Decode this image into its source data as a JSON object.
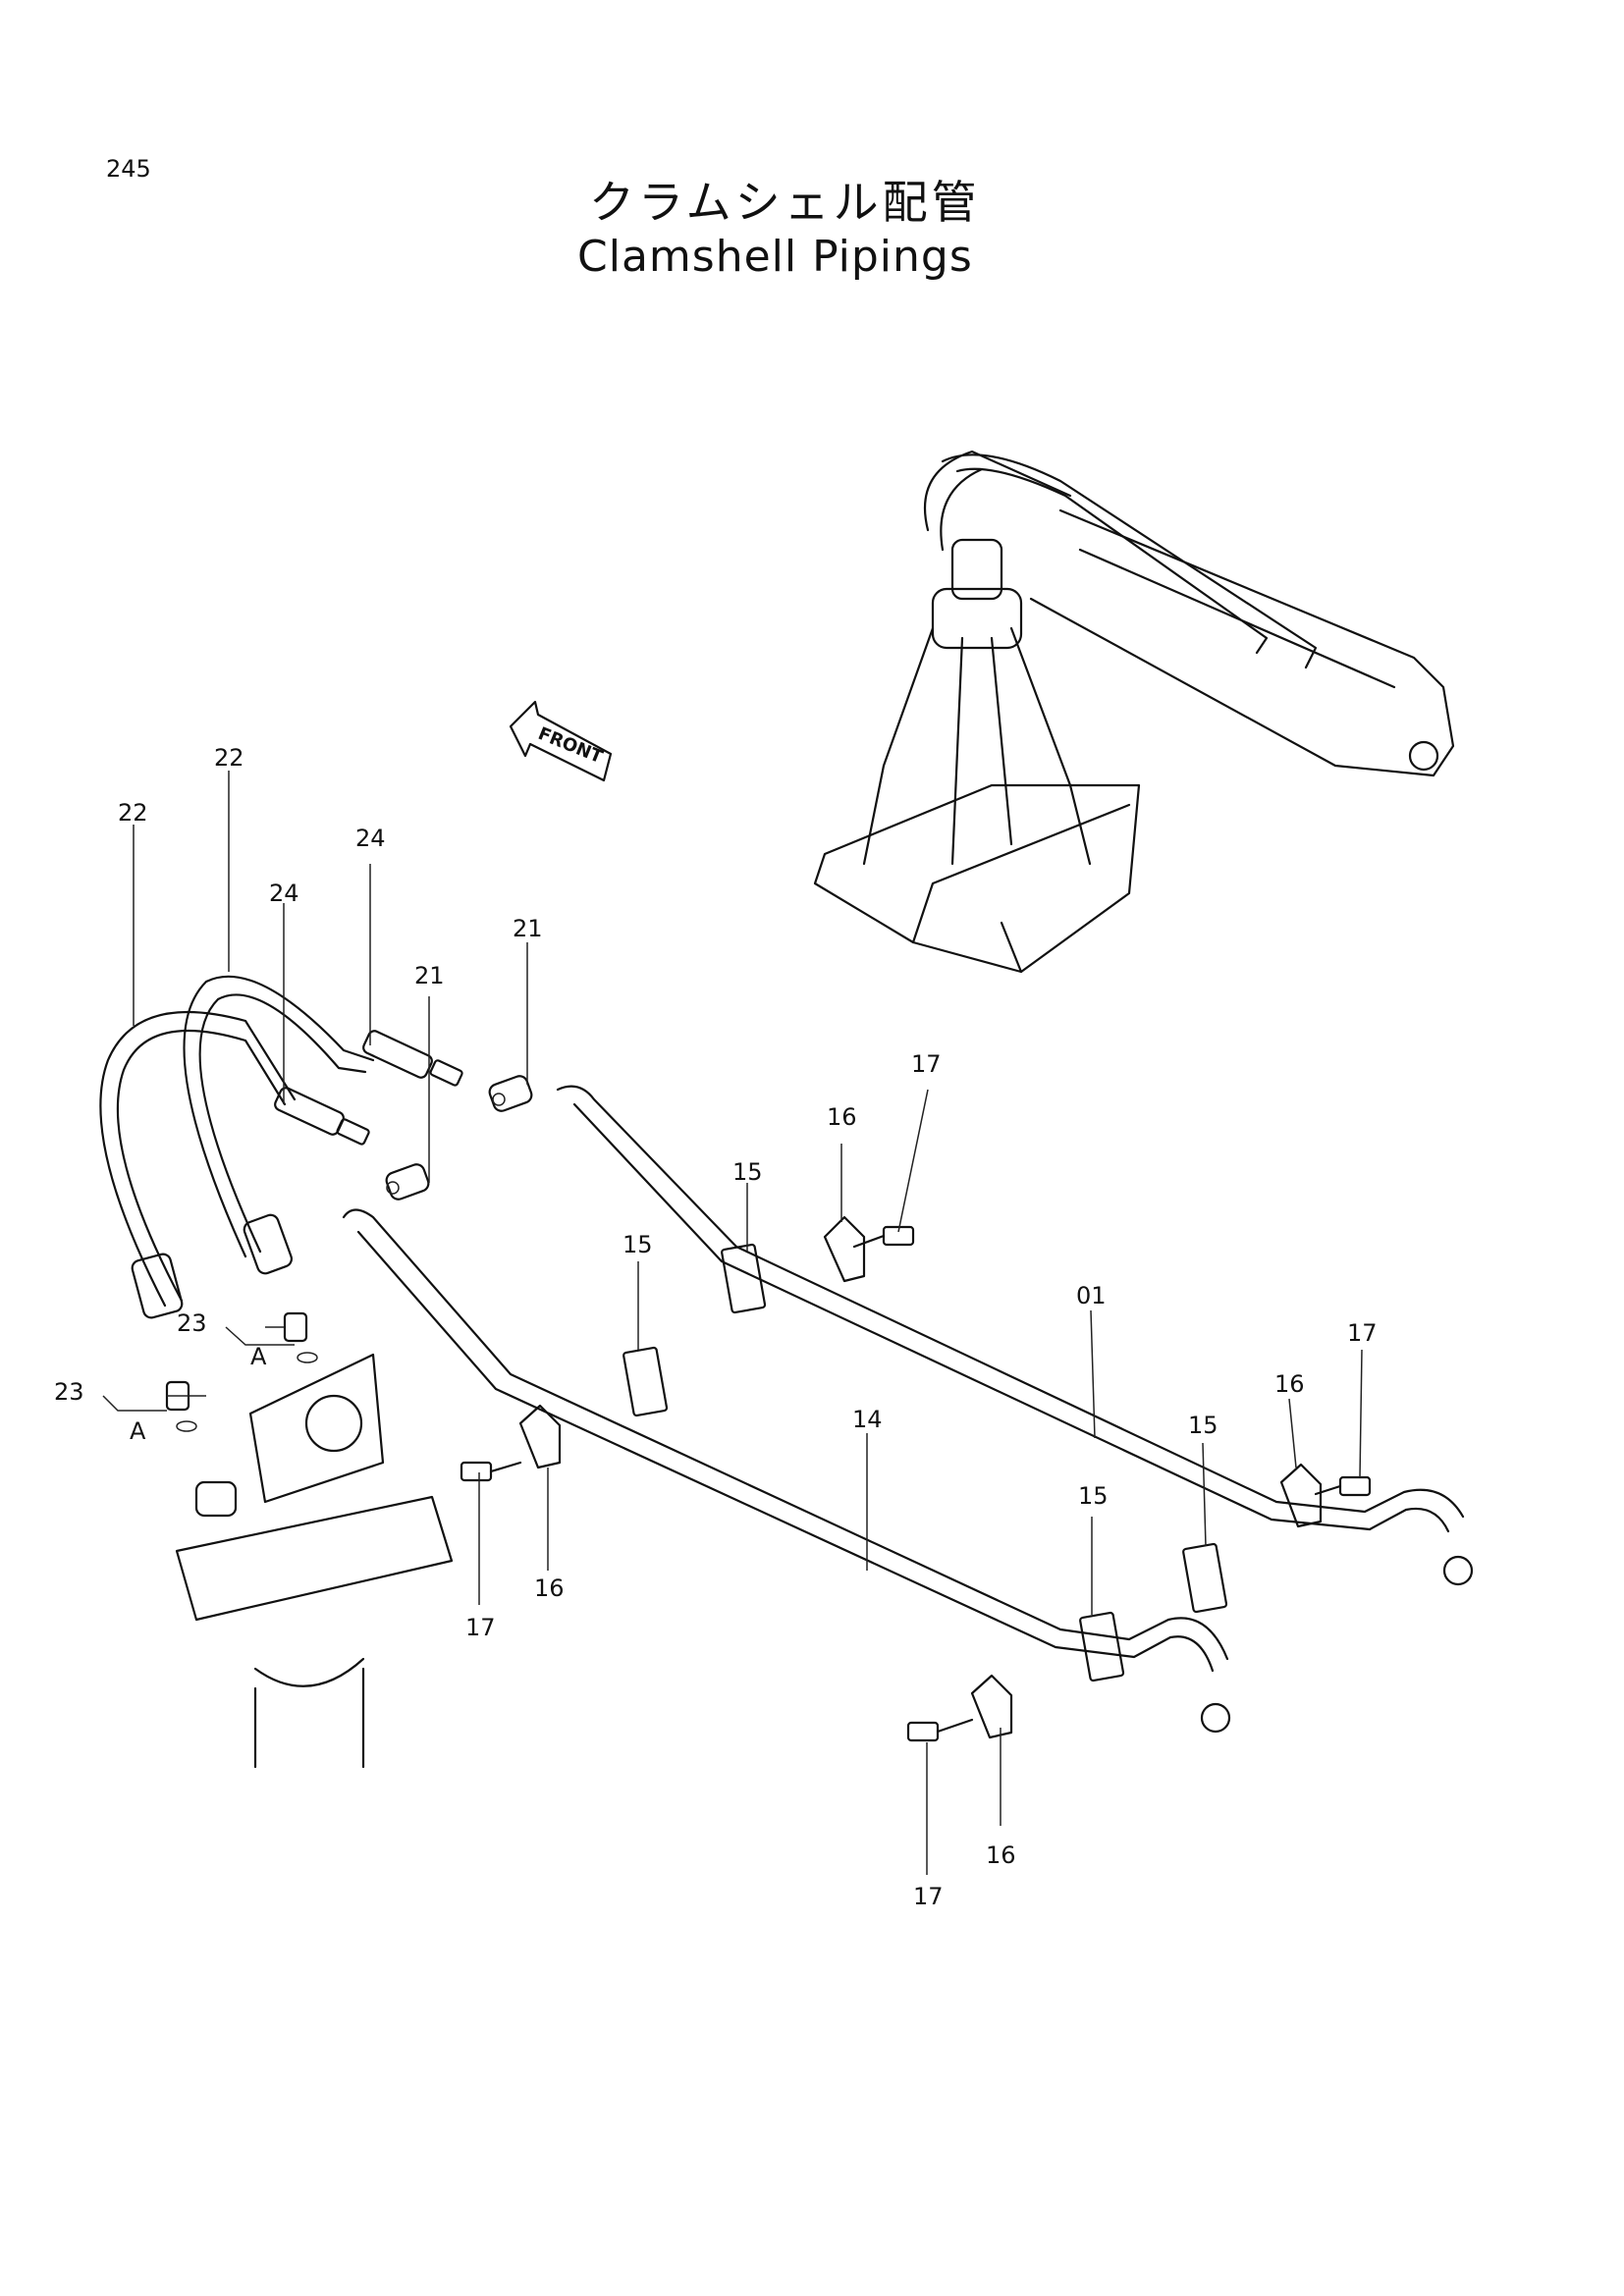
{
  "page": {
    "number": "245"
  },
  "title": {
    "japanese": "クラムシェル配管",
    "english": "Clamshell Pipings"
  },
  "front_marker": {
    "label": "FRONT"
  },
  "part_labels": [
    {
      "id": "22",
      "label": "22"
    },
    {
      "id": "22b",
      "label": "22"
    },
    {
      "id": "24",
      "label": "24"
    },
    {
      "id": "24b",
      "label": "24"
    },
    {
      "id": "21",
      "label": "21"
    },
    {
      "id": "21b",
      "label": "21"
    },
    {
      "id": "17a",
      "label": "17"
    },
    {
      "id": "16a",
      "label": "16"
    },
    {
      "id": "15a",
      "label": "15"
    },
    {
      "id": "15b",
      "label": "15"
    },
    {
      "id": "01",
      "label": "01"
    },
    {
      "id": "17b",
      "label": "17"
    },
    {
      "id": "16b",
      "label": "16"
    },
    {
      "id": "15c",
      "label": "15"
    },
    {
      "id": "14",
      "label": "14"
    },
    {
      "id": "15d",
      "label": "15"
    },
    {
      "id": "23a",
      "label": "23"
    },
    {
      "id": "A1",
      "label": "A"
    },
    {
      "id": "23b",
      "label": "23"
    },
    {
      "id": "A2",
      "label": "A"
    },
    {
      "id": "17c",
      "label": "17"
    },
    {
      "id": "16c",
      "label": "16"
    },
    {
      "id": "16d",
      "label": "16"
    },
    {
      "id": "17d",
      "label": "17"
    }
  ]
}
